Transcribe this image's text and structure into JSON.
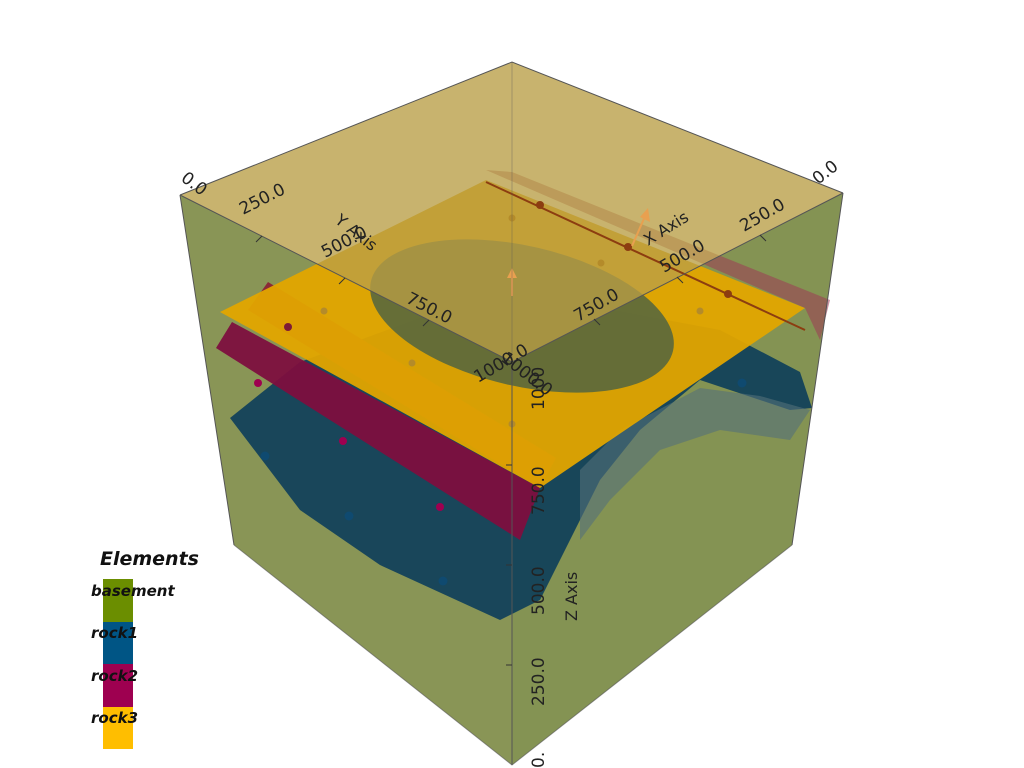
{
  "legend": {
    "title": "Elements",
    "items": [
      {
        "label": "basement",
        "color": "#6b8e00"
      },
      {
        "label": "rock1",
        "color": "#005585"
      },
      {
        "label": "rock2",
        "color": "#9e0050"
      },
      {
        "label": "rock3",
        "color": "#ffbe00"
      }
    ]
  },
  "axes": {
    "x": {
      "title": "X Axis",
      "ticks": [
        {
          "label": "0.0"
        },
        {
          "label": "250.0"
        },
        {
          "label": "500.0"
        },
        {
          "label": "750.0"
        },
        {
          "label": "1000.0"
        }
      ]
    },
    "y": {
      "title": "Y Axis",
      "ticks": [
        {
          "label": "0.0"
        },
        {
          "label": "250.0"
        },
        {
          "label": "500.0"
        },
        {
          "label": "750.0"
        },
        {
          "label": "1000.0"
        }
      ]
    },
    "z": {
      "title": "Z Axis",
      "ticks": [
        {
          "label": "0."
        },
        {
          "label": "250.0"
        },
        {
          "label": "500.0"
        },
        {
          "label": "750.0"
        },
        {
          "label": "1000"
        }
      ]
    }
  },
  "colors": {
    "top_face": "#b99e45",
    "lower_faces": "#7d8b45",
    "grid": "#333333"
  }
}
